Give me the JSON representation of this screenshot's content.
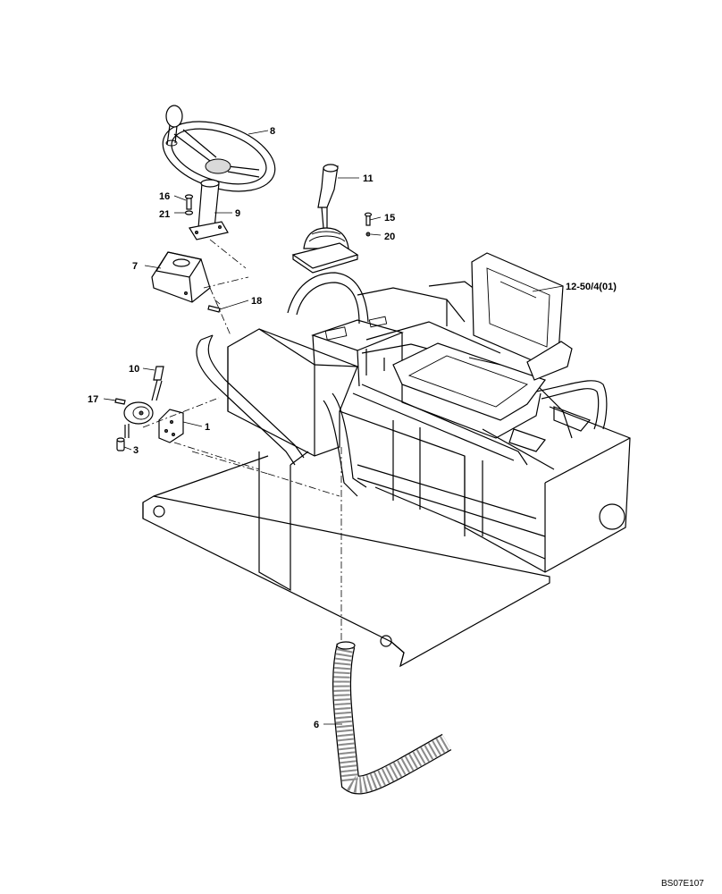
{
  "diagram": {
    "drawing_ref": "BS07E107",
    "callouts": [
      {
        "id": "c8",
        "label": "8"
      },
      {
        "id": "c11",
        "label": "11"
      },
      {
        "id": "c16",
        "label": "16"
      },
      {
        "id": "c21",
        "label": "21"
      },
      {
        "id": "c9",
        "label": "9"
      },
      {
        "id": "c15",
        "label": "15"
      },
      {
        "id": "c20",
        "label": "20"
      },
      {
        "id": "c7",
        "label": "7"
      },
      {
        "id": "c12",
        "label": "12-50/4(01)"
      },
      {
        "id": "c18",
        "label": "18"
      },
      {
        "id": "c10",
        "label": "10"
      },
      {
        "id": "c17",
        "label": "17"
      },
      {
        "id": "c1",
        "label": "1"
      },
      {
        "id": "c3",
        "label": "3"
      },
      {
        "id": "c6",
        "label": "6"
      }
    ]
  }
}
